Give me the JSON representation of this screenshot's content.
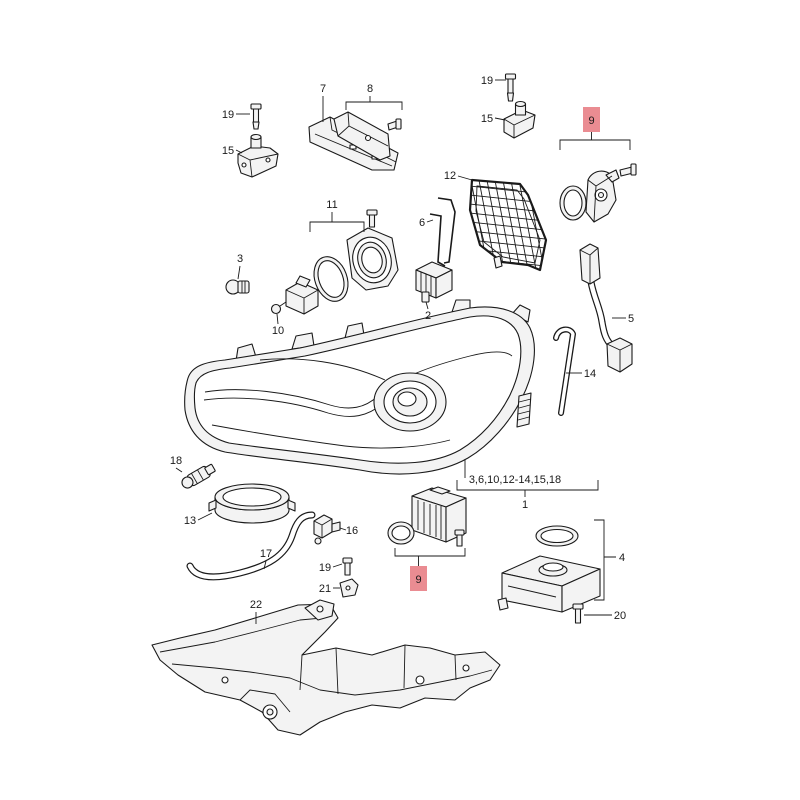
{
  "colors": {
    "line": "#1a1a1a",
    "part_fill": "#f3f3f3",
    "highlight": "#ea8c92",
    "background": "#ffffff"
  },
  "labels": {
    "p19_top_left": "19",
    "p15_top_left": "15",
    "p7": "7",
    "p8": "8",
    "p19_top_right": "19",
    "p15_top_right": "15",
    "p9_top": "9",
    "p12": "12",
    "p11": "11",
    "p6": "6",
    "p3": "3",
    "p10": "10",
    "p2": "2",
    "p5": "5",
    "p14": "14",
    "p18": "18",
    "group_list": "3,6,10,12-14,15,18",
    "p1": "1",
    "p13": "13",
    "p16": "16",
    "p17": "17",
    "p9_bottom": "9",
    "p4": "4",
    "p19_bottom": "19",
    "p21": "21",
    "p20": "20",
    "p22": "22"
  }
}
